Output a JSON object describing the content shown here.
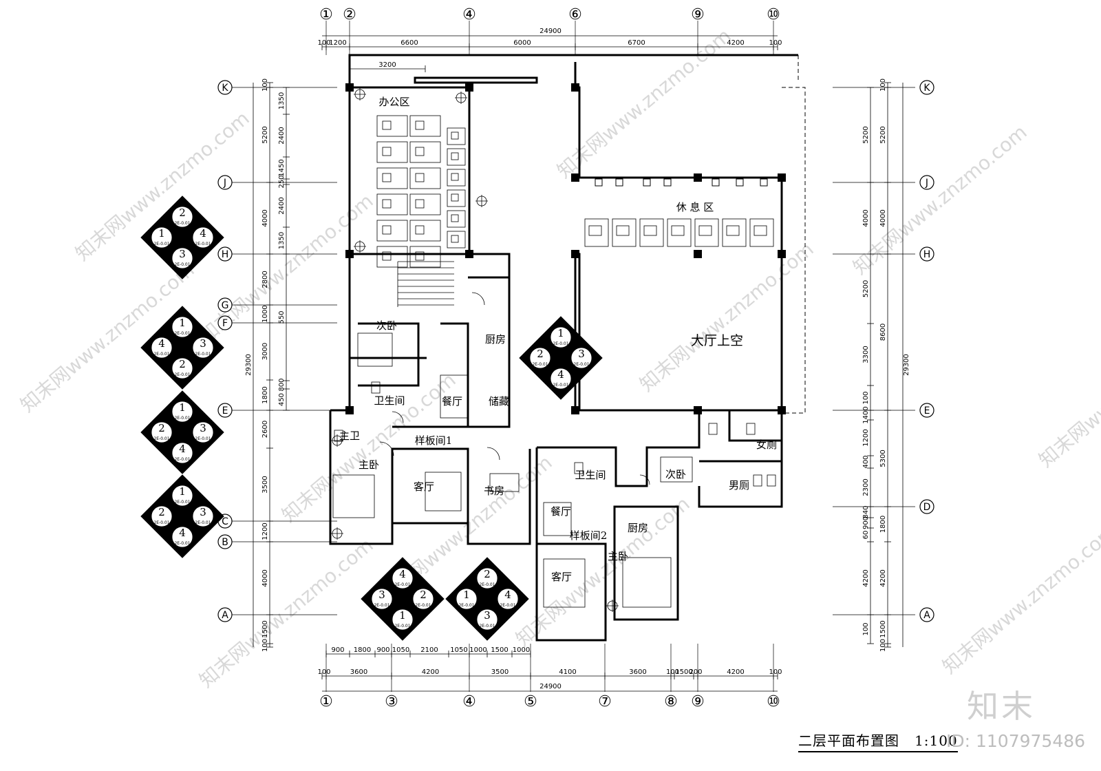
{
  "drawing": {
    "title": "二层平面布置图",
    "scale": "1:100",
    "brand": "知末",
    "image_id": "ID: 1107975486",
    "watermark": "知末网www.znzmo.com"
  },
  "axes": {
    "top_labels": [
      "①",
      "②",
      "④",
      "⑥",
      "⑨",
      "⑩"
    ],
    "bottom_labels": [
      "①",
      "③",
      "④",
      "⑤",
      "⑦",
      "⑧",
      "⑨",
      "⑩"
    ],
    "row_labels": [
      "K",
      "J",
      "H",
      "G",
      "F",
      "E",
      "C",
      "B",
      "A"
    ],
    "right_row_labels": [
      "K",
      "J",
      "H",
      "E",
      "D",
      "A"
    ]
  },
  "dimensions": {
    "top_total": "24900",
    "top": [
      "100",
      "1200",
      "6600",
      "6000",
      "6700",
      "4200",
      "100"
    ],
    "top_sub": "3200",
    "bottom_total": "24900",
    "bottom_row1": [
      "900",
      "1800",
      "900",
      "1050",
      "2100",
      "1050",
      "1000",
      "1500",
      "1000"
    ],
    "bottom_row2": [
      "100",
      "3600",
      "4200",
      "3500",
      "4100",
      "3600",
      "100",
      "1500",
      "200",
      "4200",
      "100"
    ],
    "left_total": "29300",
    "left_outer": [
      "100",
      "5200",
      "4000",
      "2800",
      "1000",
      "3000",
      "1800",
      "2600",
      "3500",
      "1200",
      "4000",
      "1500",
      "100"
    ],
    "left_inner": [
      "1350",
      "2400",
      "1450",
      "250",
      "2400",
      "1350",
      "550",
      "800",
      "450"
    ],
    "right_total": "29300",
    "right_outer": [
      "100",
      "5200",
      "4000",
      "8600",
      "5300",
      "1800",
      "4200",
      "1500",
      "100"
    ],
    "right_inner": [
      "5200",
      "4000",
      "5200",
      "3300",
      "100",
      "1400",
      "1200",
      "400",
      "2300",
      "840",
      "900",
      "60",
      "4200",
      "100"
    ]
  },
  "rooms": [
    {
      "name": "办公区"
    },
    {
      "name": "休 息 区"
    },
    {
      "name": "大厅上空"
    },
    {
      "name": "次卧"
    },
    {
      "name": "厨房"
    },
    {
      "name": "卫生间"
    },
    {
      "name": "餐厅"
    },
    {
      "name": "储藏"
    },
    {
      "name": "样板间1"
    },
    {
      "name": "主卫"
    },
    {
      "name": "主卧"
    },
    {
      "name": "客厅"
    },
    {
      "name": "书房"
    },
    {
      "name": "卫生间"
    },
    {
      "name": "次卧"
    },
    {
      "name": "女厕"
    },
    {
      "name": "男厕"
    },
    {
      "name": "餐厅"
    },
    {
      "name": "样板间2"
    },
    {
      "name": "厨房"
    },
    {
      "name": "客厅"
    },
    {
      "name": "主卧"
    }
  ],
  "index_symbols": [
    {
      "n": [
        "2",
        "1",
        "4",
        "3"
      ],
      "ref": "2E-0.01"
    },
    {
      "n": [
        "1",
        "4",
        "3",
        "2"
      ],
      "ref": "2E-0.01"
    },
    {
      "n": [
        "1",
        "2",
        "3",
        "4"
      ],
      "ref": "2E-0.01"
    },
    {
      "n": [
        "1",
        "2",
        "3",
        "4"
      ],
      "ref": "2E-0.01"
    },
    {
      "n": [
        "1",
        "2",
        "3",
        "4"
      ],
      "ref": "2E-0.01"
    },
    {
      "n": [
        "4",
        "3",
        "2",
        "1"
      ],
      "ref": "2E-0.01"
    },
    {
      "n": [
        "2",
        "1",
        "4",
        "3"
      ],
      "ref": "2E-0.01"
    }
  ]
}
